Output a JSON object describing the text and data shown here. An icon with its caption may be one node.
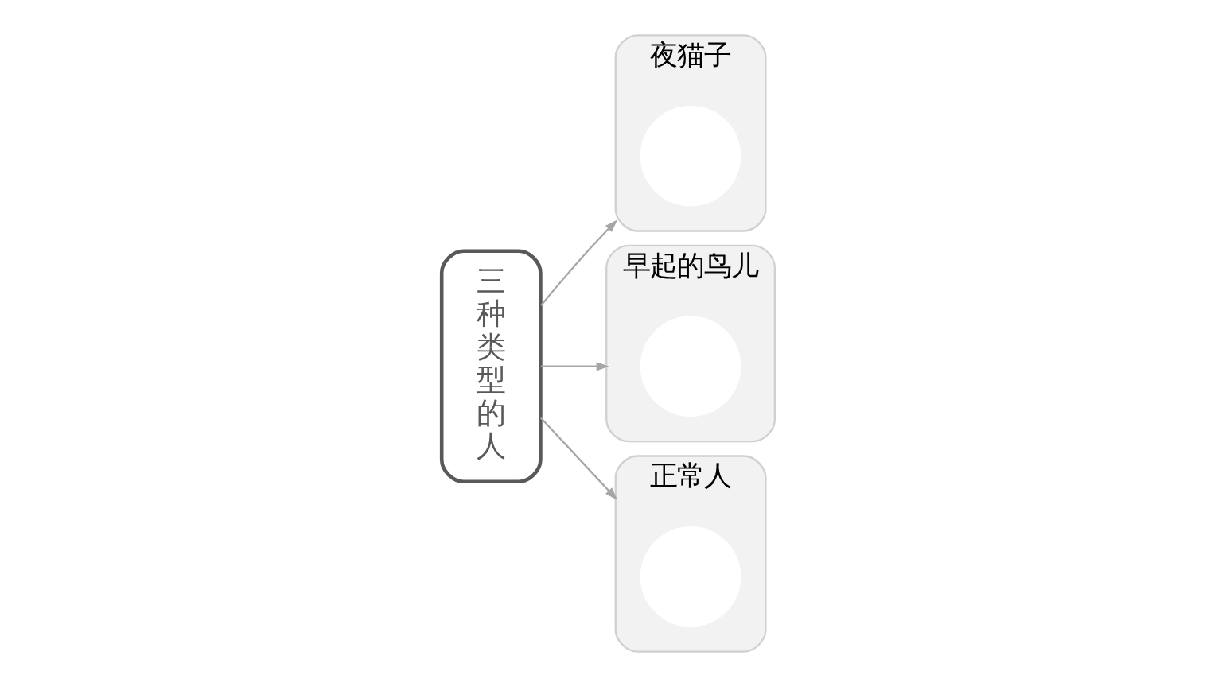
{
  "diagram": {
    "nodes": [
      {
        "text": [
          "三种类型的人"
        ]
      },
      {
        "text": [
          "夜猫子"
        ]
      },
      {
        "text": [],
        "shape": "circle",
        "in": 1
      },
      {
        "text": [
          "早起的鸟儿"
        ]
      },
      {
        "text": [],
        "shape": "circle",
        "in": 3
      },
      {
        "text": [
          "正常人"
        ]
      },
      {
        "text": [],
        "shape": "circle",
        "in": 5
      }
    ],
    "edges": [
      {
        "from": 0,
        "to": 1,
        "arrow": "to"
      },
      {
        "from": 0,
        "to": 3,
        "arrow": "to"
      },
      {
        "from": 0,
        "to": 5,
        "arrow": "to"
      }
    ]
  }
}
